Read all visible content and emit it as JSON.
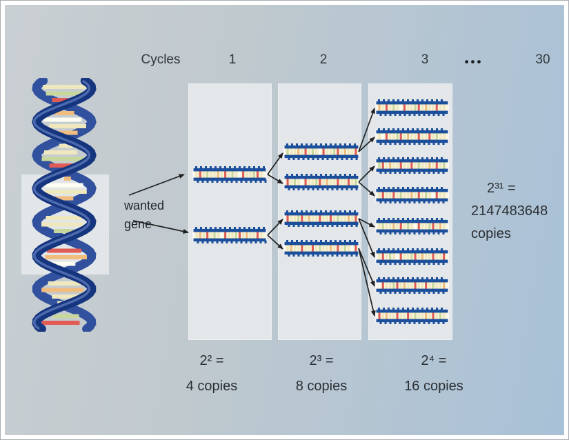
{
  "header": {
    "cycles_label": "Cycles",
    "cycle_1": "1",
    "cycle_2": "2",
    "cycle_3": "3",
    "ellipsis": "•••",
    "cycle_final": "30"
  },
  "annotation": {
    "line1": "wanted",
    "line2": "gene"
  },
  "panels": [
    {
      "cycle": "1",
      "strand_count": 2,
      "formula": "2² =",
      "copies_label": "4 copies"
    },
    {
      "cycle": "2",
      "strand_count": 4,
      "formula": "2³ =",
      "copies_label": "8 copies"
    },
    {
      "cycle": "3",
      "strand_count": 8,
      "formula": "2⁴ =",
      "copies_label": "16 copies"
    }
  ],
  "result": {
    "formula": "2³¹ =",
    "value": "2147483648",
    "unit": "copies"
  },
  "icons": {
    "flow_arrow": "black straight arrow with solid head",
    "ellipsis_dots": "three bold dots"
  },
  "colors": {
    "background_left": "#c9cfd3",
    "background_right": "#a8c1d7",
    "panel_fill": "#e4e7e9",
    "highlight_fill": "rgba(255,255,255,0.5)",
    "strand_rail_blue": "#1b4e9b",
    "strand_mid": "#f7f3dd",
    "base_cream": "#efe8bf",
    "base_red": "#e05c55",
    "base_green": "#c8d89c",
    "base_orange": "#f0bd7e",
    "base_white": "#fdfdf2",
    "helix_front_blue": "#16357f",
    "helix_back_blue": "#31519e",
    "arrow_color": "#1f1f1f",
    "text_color": "#2b2f33"
  }
}
